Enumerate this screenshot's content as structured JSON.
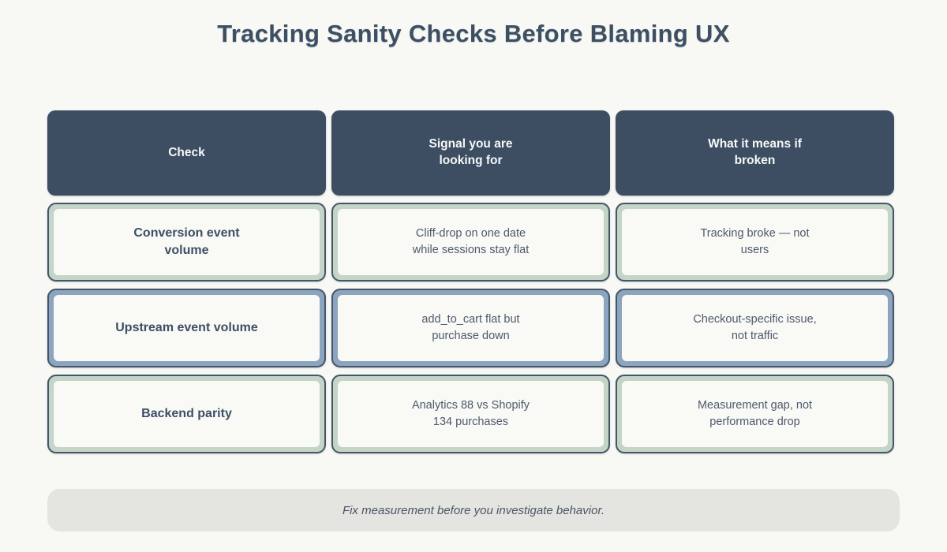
{
  "title": "Tracking Sanity Checks Before Blaming UX",
  "colors": {
    "page_background": "#f8f8f5",
    "header_background": "#3d4e63",
    "green_accent_border": "#c4d4c6",
    "blue_accent_border": "#8ca4bd",
    "dark_outline": "#445669",
    "cell_interior": "#f9f9f6",
    "footer_background": "#e4e4e1",
    "title_text": "#3d4f63",
    "body_text": "#4d5a6b"
  },
  "table": {
    "headers": [
      {
        "label": "Check"
      },
      {
        "label": "Signal you are\nlooking for"
      },
      {
        "label": "What it means if\nbroken"
      }
    ],
    "rows": [
      {
        "accent": "green",
        "check": "Conversion event\nvolume",
        "signal": "Cliff-drop on one date\nwhile sessions stay flat",
        "meaning": "Tracking broke — not\nusers"
      },
      {
        "accent": "blue",
        "check": "Upstream event volume",
        "signal": "add_to_cart flat but\npurchase down",
        "meaning": "Checkout-specific issue,\nnot traffic"
      },
      {
        "accent": "green",
        "check": "Backend parity",
        "signal": "Analytics 88 vs Shopify\n134 purchases",
        "meaning": "Measurement gap, not\nperformance drop"
      }
    ]
  },
  "footer": {
    "note": "Fix measurement before you investigate behavior."
  },
  "chart_data": {
    "type": "table",
    "title": "Tracking Sanity Checks Before Blaming UX",
    "columns": [
      "Check",
      "Signal you are looking for",
      "What it means if broken"
    ],
    "rows": [
      [
        "Conversion event volume",
        "Cliff-drop on one date while sessions stay flat",
        "Tracking broke — not users"
      ],
      [
        "Upstream event volume",
        "add_to_cart flat but purchase down",
        "Checkout-specific issue, not traffic"
      ],
      [
        "Backend parity",
        "Analytics 88 vs Shopify 134 purchases",
        "Measurement gap, not performance drop"
      ]
    ],
    "footnote": "Fix measurement before you investigate behavior.",
    "layout_hints": {
      "header_style": "dark slate filled, white bold text",
      "row_accent_colors": [
        "green",
        "blue",
        "green"
      ],
      "grid": "rounded cells with colored double borders, off-white interiors"
    }
  }
}
